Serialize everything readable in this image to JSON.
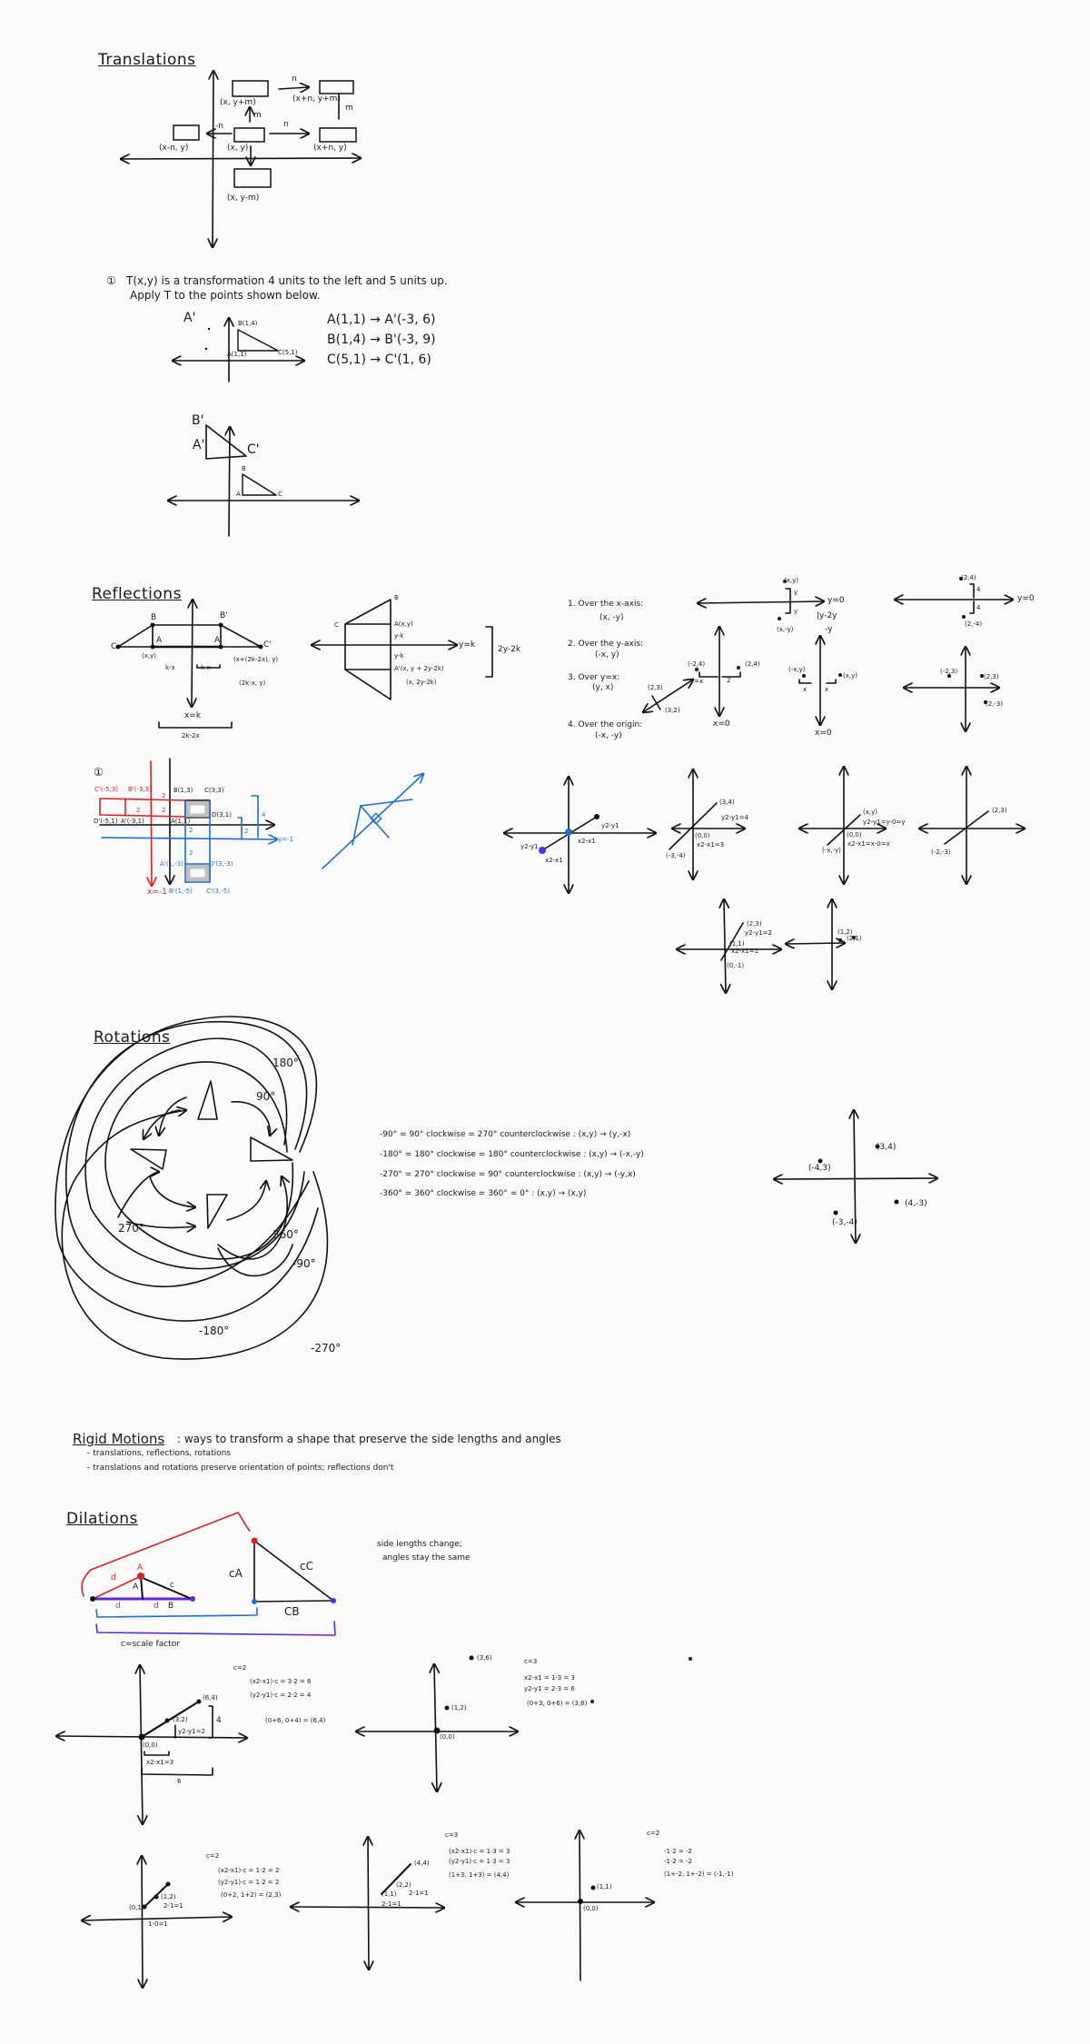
{
  "translations": {
    "heading": "Translations",
    "labels": {
      "up": "(x, y+m)",
      "up_right": "(x+n, y+m)",
      "left": "(x-n, y)",
      "origin": "(x, y)",
      "right": "(x+n, y)",
      "down": "(x, y-m)",
      "n": "n",
      "neg_n": "-n",
      "m": "m"
    },
    "problem": {
      "number": "①",
      "line1": "T(x,y) is a transformation 4 units to the left and 5 units up.",
      "line2": "Apply T to the points shown below.",
      "graph_labels": {
        "a_prime": "A'",
        "b": "B(1,4)",
        "a": "A(1,1)",
        "c": "C(5,1)"
      },
      "answers": [
        "A(1,1) → A'(-3, 6)",
        "B(1,4) → B'(-3, 9)",
        "C(5,1) → C'(1, 6)"
      ],
      "graph2_labels": {
        "b_prime": "B'",
        "a_prime": "A'",
        "c_prime": "C'",
        "b": "B",
        "a": "A",
        "c": "C"
      }
    }
  },
  "reflections": {
    "heading": "Reflections",
    "diagram1": {
      "b": "B",
      "a": "A",
      "c": "C",
      "b_prime": "B'",
      "a_prime": "A'",
      "c_prime": "C'",
      "axy": "(x,y)",
      "kx1": "k-x",
      "kx2": "k-x",
      "formula1": "(x+(2k-2x), y)",
      "formula2": "(2k-x, y)",
      "xk": "x=k",
      "span": "2k-2x"
    },
    "diagram2": {
      "b": "B",
      "c": "C",
      "a": "A(x,y)",
      "yk1": "y-k",
      "yk2": "y-k",
      "line": "y=k",
      "span": "2y-2k",
      "a_prime": "A'(x, y + 2y-2k)",
      "a_prime2": "(x, 2y-2k)"
    },
    "rules": [
      {
        "title": "1. Over the x-axis:",
        "rule": "(x, -y)"
      },
      {
        "title": "2. Over the y-axis:",
        "rule": "(-x, y)"
      },
      {
        "title": "3. Over y=x:",
        "rule": "(y, x)"
      },
      {
        "title": "4. Over the origin:",
        "rule": "(-x, -y)"
      }
    ],
    "xaxis_graph": {
      "p": "(x,y)",
      "q": "(x,-y)",
      "d1": "y",
      "d2": "y",
      "line": "y=0",
      "note1": "|y-2y",
      "note2": "-y"
    },
    "xaxis_example": {
      "p": "(2,4)",
      "q": "(2,-4)",
      "d1": "4",
      "d2": "4",
      "line": "y=0"
    },
    "yx_graph": {
      "p": "(2,3)",
      "q": "(3,2)",
      "line": "y=x"
    },
    "yaxis_example": {
      "p": "(-2,4)",
      "q": "(2,4)",
      "d": "2",
      "line": "x=0"
    },
    "yaxis_graph": {
      "p": "(-x,y)",
      "q": "(x,y)",
      "d1": "x",
      "d2": "x",
      "line": "x=0"
    },
    "origin_example": {
      "p": "(-2,3)",
      "q": "(2,3)",
      "r": "(2,-3)"
    },
    "exercise": {
      "number": "①",
      "red": {
        "c": "C'(-5,3)",
        "b": "B'(-3,3)",
        "d": "D'(-5,1)",
        "a": "A'(-3,1)",
        "line": "x=-1",
        "two1": "2",
        "two2": "2",
        "two3": "2",
        "two4": "2"
      },
      "orig": {
        "b": "B(1,3)",
        "c": "C(3,3)",
        "a": "A(1,1)",
        "d": "D(3,1)"
      },
      "blue": {
        "a": "A'(1,-3)",
        "d": "D'(3,-3)",
        "b": "B'(1,-5)",
        "c": "C'(3,-5)",
        "line": "y=-1",
        "two1": "2",
        "two2": "2",
        "two3": "2",
        "four": "4"
      }
    },
    "origin_graphs": [
      {
        "labels": [
          "y2-y1",
          "x2-x1",
          "y2-y1",
          "x2-x1"
        ]
      },
      {
        "labels": [
          "(3,4)",
          "y2-y1=4",
          "3",
          "4",
          "(0,0)",
          "x2-x1=3",
          "(-3,-4)"
        ]
      },
      {
        "labels": [
          "(x,y)",
          "y2-y1=y-0=y",
          "x",
          "y",
          "(0,0)",
          "x2-x1=x-0=x",
          "(-x,-y)"
        ]
      },
      {
        "labels": [
          "(2,3)",
          "(-2,-3)"
        ]
      },
      {
        "labels": [
          "(2,3)",
          "1",
          "y2-y1=2",
          "2",
          "(1,1)",
          "x2-x1=1",
          "(0,-1)"
        ]
      },
      {
        "labels": [
          "(1,2)",
          "(2,1)"
        ]
      }
    ]
  },
  "rotations": {
    "heading": "Rotations",
    "angles": [
      "180°",
      "90°",
      "270°",
      "360°",
      "-90°",
      "-180°",
      "-270°"
    ],
    "rules": [
      "-90° = 90° clockwise = 270° counterclockwise : (x,y) → (y,-x)",
      "-180° = 180° clockwise = 180° counterclockwise : (x,y) → (-x,-y)",
      "-270° = 270° clockwise = 90° counterclockwise : (x,y) → (-y,x)",
      "-360° = 360° clockwise = 360° = 0° : (x,y) → (x,y)"
    ],
    "example_points": [
      "(3,4)",
      "(-4,3)",
      "(4,-3)",
      "(-3,-4)"
    ]
  },
  "rigid_motions": {
    "title": "Rigid Motions",
    "definition": ": ways to transform a shape that preserve the side lengths and angles",
    "bullets": [
      "translations, reflections, rotations",
      "translations and rotations preserve orientation of points; reflections don't"
    ]
  },
  "dilations": {
    "heading": "Dilations",
    "triangle_labels": {
      "d_red": "d",
      "a_red": "A",
      "a": "A",
      "c": "c",
      "d_blue": "d",
      "d_purple": "d",
      "b": "B"
    },
    "big_labels": {
      "ca": "cA",
      "cc": "cC",
      "cb": "CB"
    },
    "scale": "c=scale factor",
    "note1": "side lengths change;",
    "note2": "angles stay the same",
    "ex1": {
      "c": "c=2",
      "lines": [
        "(x2-x1)·c = 3·2 = 6",
        "(y2-y1)·c = 2·2 = 4",
        "(0+6, 0+4) = (6,4)"
      ],
      "labels": [
        "(6,4)",
        "(3,2)",
        "4",
        "y2-y1=2",
        "(0,0)",
        "x2-x1=3",
        "6"
      ]
    },
    "ex2": {
      "c": "c=3",
      "lines": [
        "x2-x1 = 1·3 = 3",
        "y2-y1 = 2·3 = 6",
        "(0+3, 0+6) = (3,6)"
      ],
      "labels": [
        "(3,6)",
        "(1,2)",
        "(0,0)"
      ]
    },
    "ex3": {
      "c": "c=2",
      "lines": [
        "(x2-x1)·c = 1·2 = 2",
        "(y2-y1)·c = 1·2 = 2",
        "(0+2, 1+2) = (2,3)"
      ],
      "labels": [
        "(0,1)",
        "(1,2)",
        "2-1=1",
        "1-0=1"
      ]
    },
    "ex4": {
      "c": "c=3",
      "lines": [
        "(x2-x1)·c = 1·3 = 3",
        "(y2-y1)·c = 1·3 = 3",
        "(1+3, 1+3) = (4,4)"
      ],
      "labels": [
        "(4,4)",
        "(2,2)",
        "2-1=1",
        "(1,1)",
        "2-1=1"
      ]
    },
    "ex5": {
      "c": "c=2",
      "lines": [
        "-1·2 = -2",
        "-1·2 = -2",
        "(1+-2, 1+-2) = (-1,-1)"
      ],
      "labels": [
        "(1,1)",
        "(0,0)"
      ]
    }
  }
}
